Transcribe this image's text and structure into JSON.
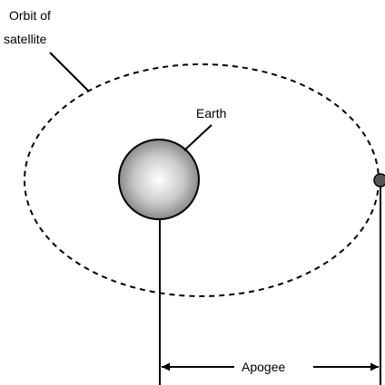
{
  "labels": {
    "orbit_line1": "Orbit of",
    "orbit_line2": "satellite",
    "earth": "Earth",
    "apogee": "Apogee"
  },
  "colors": {
    "stroke": "#000000",
    "background": "#ffffff",
    "earth_highlight": "#ffffff",
    "earth_shadow": "#7a7a7a",
    "satellite": "#555555"
  },
  "icons": {
    "earth": "earth-icon",
    "satellite": "satellite-icon"
  }
}
